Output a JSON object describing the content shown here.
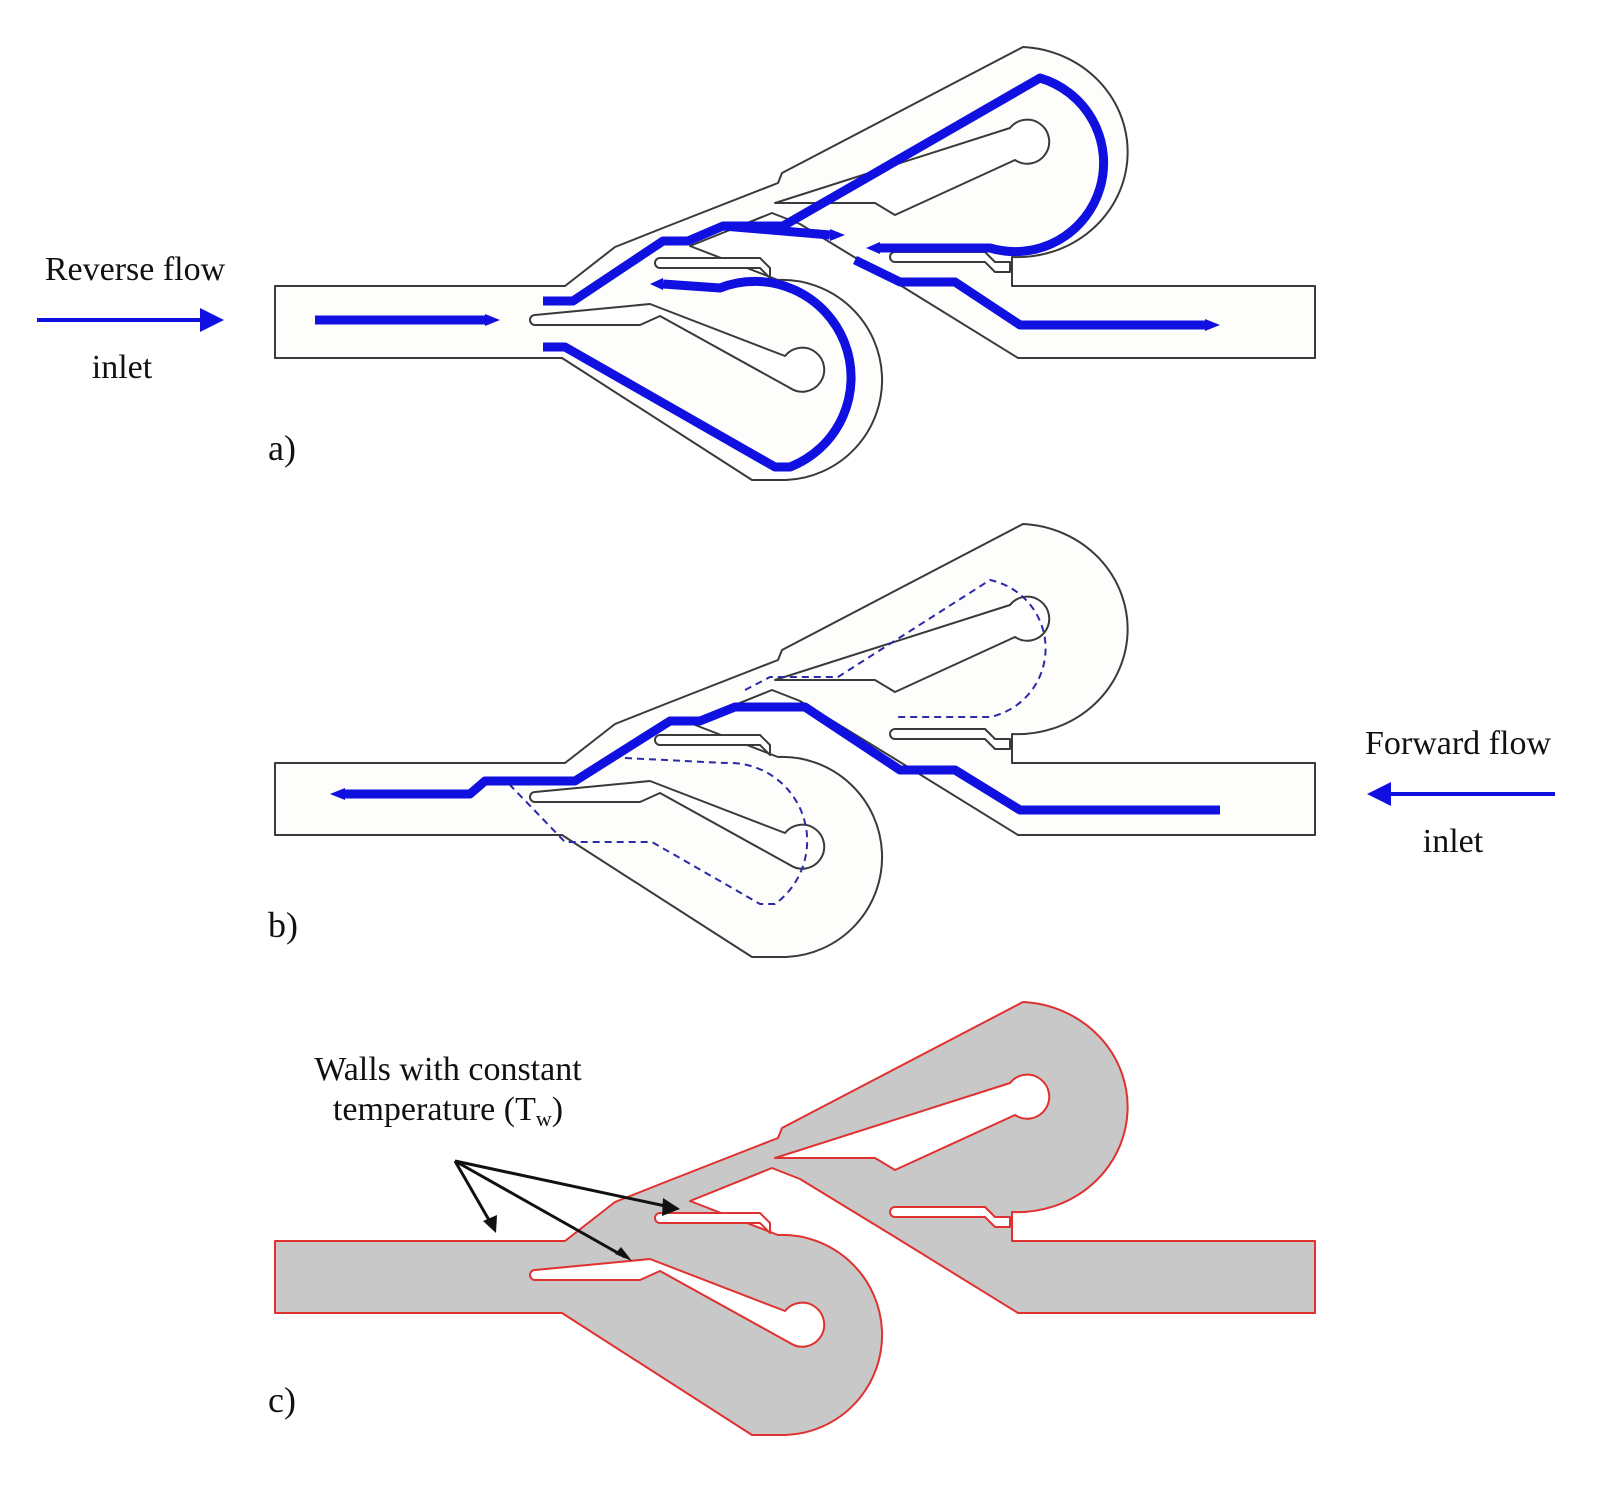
{
  "panel_a": {
    "label": "a)",
    "flow_label": "Reverse flow",
    "inlet_label": "inlet"
  },
  "panel_b": {
    "label": "b)",
    "flow_label": "Forward flow",
    "inlet_label": "inlet"
  },
  "panel_c": {
    "label": "c)",
    "annotation_line1": "Walls with constant",
    "annotation_line2": "temperature (T",
    "annotation_sub": "w",
    "annotation_close": ")"
  },
  "colors": {
    "flow_blue": "#1010e0",
    "dashed_flow": "#2a2aa8",
    "wall_red": "#e03030",
    "solid_gray": "#c8c8c8",
    "outline": "#3a3a3a"
  }
}
